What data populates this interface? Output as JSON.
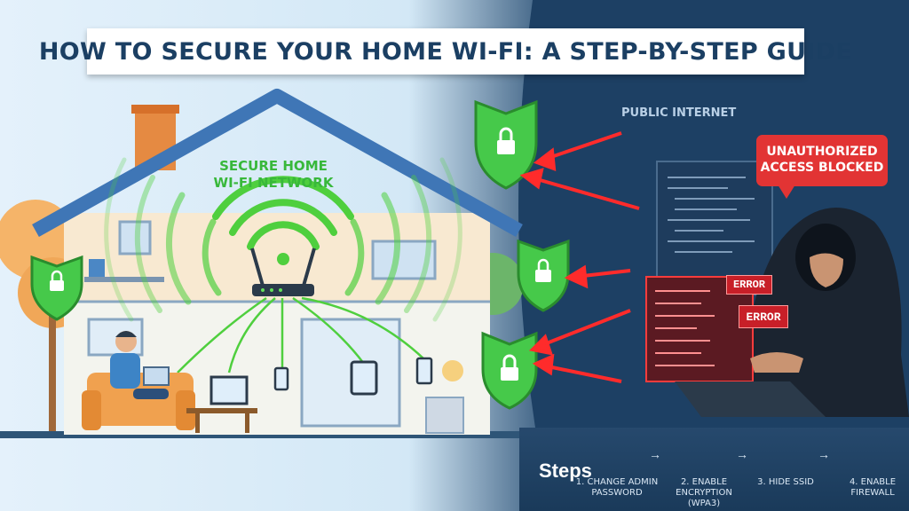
{
  "title": "HOW TO SECURE YOUR HOME WI-FI: A STEP-BY-STEP GUIDE",
  "home_network_label": [
    "SECURE HOME",
    "WI-FI NETWORK"
  ],
  "public_label": "PUBLIC INTERNET",
  "blocked_label": [
    "UNAUTHORIZED",
    "ACCESS BLOCKED"
  ],
  "errors": [
    "ERROR",
    "ERROR"
  ],
  "steps_title": "Steps",
  "steps": [
    {
      "lines": [
        "1. CHANGE ADMIN",
        "PASSWORD"
      ],
      "icon": "router-icon"
    },
    {
      "lines": [
        "2. ENABLE",
        "ENCRYPTION",
        "(WPA3)"
      ],
      "icon": "lock-icon"
    },
    {
      "lines": [
        "3. HIDE SSID"
      ],
      "icon": "wifi-off-icon"
    },
    {
      "lines": [
        "4. ENABLE",
        "FIREWALL"
      ],
      "icon": "firewall-icon"
    }
  ],
  "colors": {
    "accent_green": "#38b83b",
    "alert_red": "#e23434",
    "brand_blue": "#1b3f63"
  }
}
